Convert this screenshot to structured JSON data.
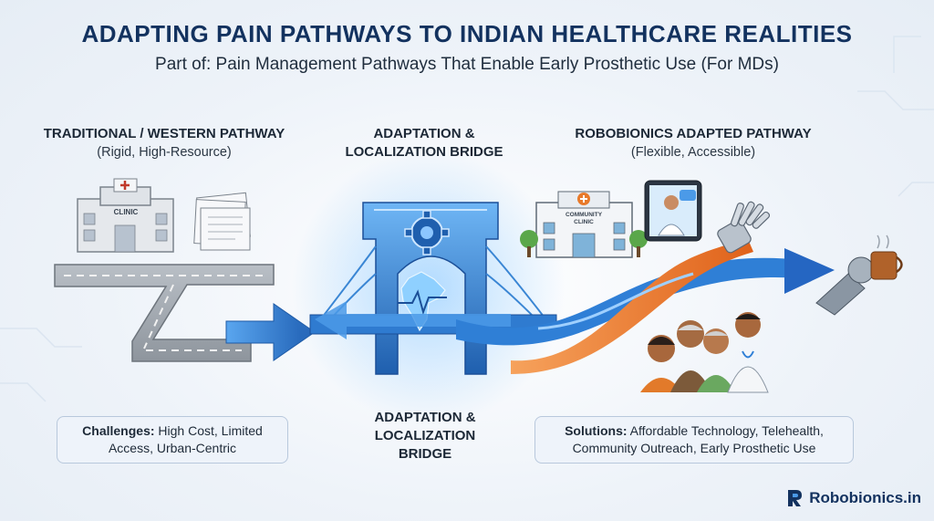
{
  "title": "ADAPTING PAIN PATHWAYS TO INDIAN HEALTHCARE REALITIES",
  "subtitle": "Part of: Pain Management Pathways That Enable Early Prosthetic Use (For MDs)",
  "left": {
    "heading": "TRADITIONAL / WESTERN PATHWAY",
    "sub": "(Rigid, High-Resource)",
    "clinic_sign": "CLINIC",
    "box_label": "Challenges:",
    "box_text": " High Cost, Limited Access, Urban-Centric"
  },
  "center": {
    "heading_line1": "ADAPTATION &",
    "heading_line2": "LOCALIZATION BRIDGE",
    "bottom_line1": "ADAPTATION &",
    "bottom_line2": "LOCALIZATION",
    "bottom_line3": "BRIDGE"
  },
  "right": {
    "heading": "ROBOBIONICS ADAPTED PATHWAY",
    "sub": "(Flexible, Accessible)",
    "clinic_sign_line1": "COMMUNITY",
    "clinic_sign_line2": "CLINIC",
    "box_label": "Solutions:",
    "box_text": " Affordable Technology, Telehealth, Community Outreach, Early Prosthetic Use"
  },
  "brand": {
    "name": "Robobionics.in"
  },
  "colors": {
    "title": "#13325f",
    "arrow_blue": "#2f7fd6",
    "ribbon_orange": "#f07a2a",
    "bridge_blue": "#3b8fe0"
  }
}
